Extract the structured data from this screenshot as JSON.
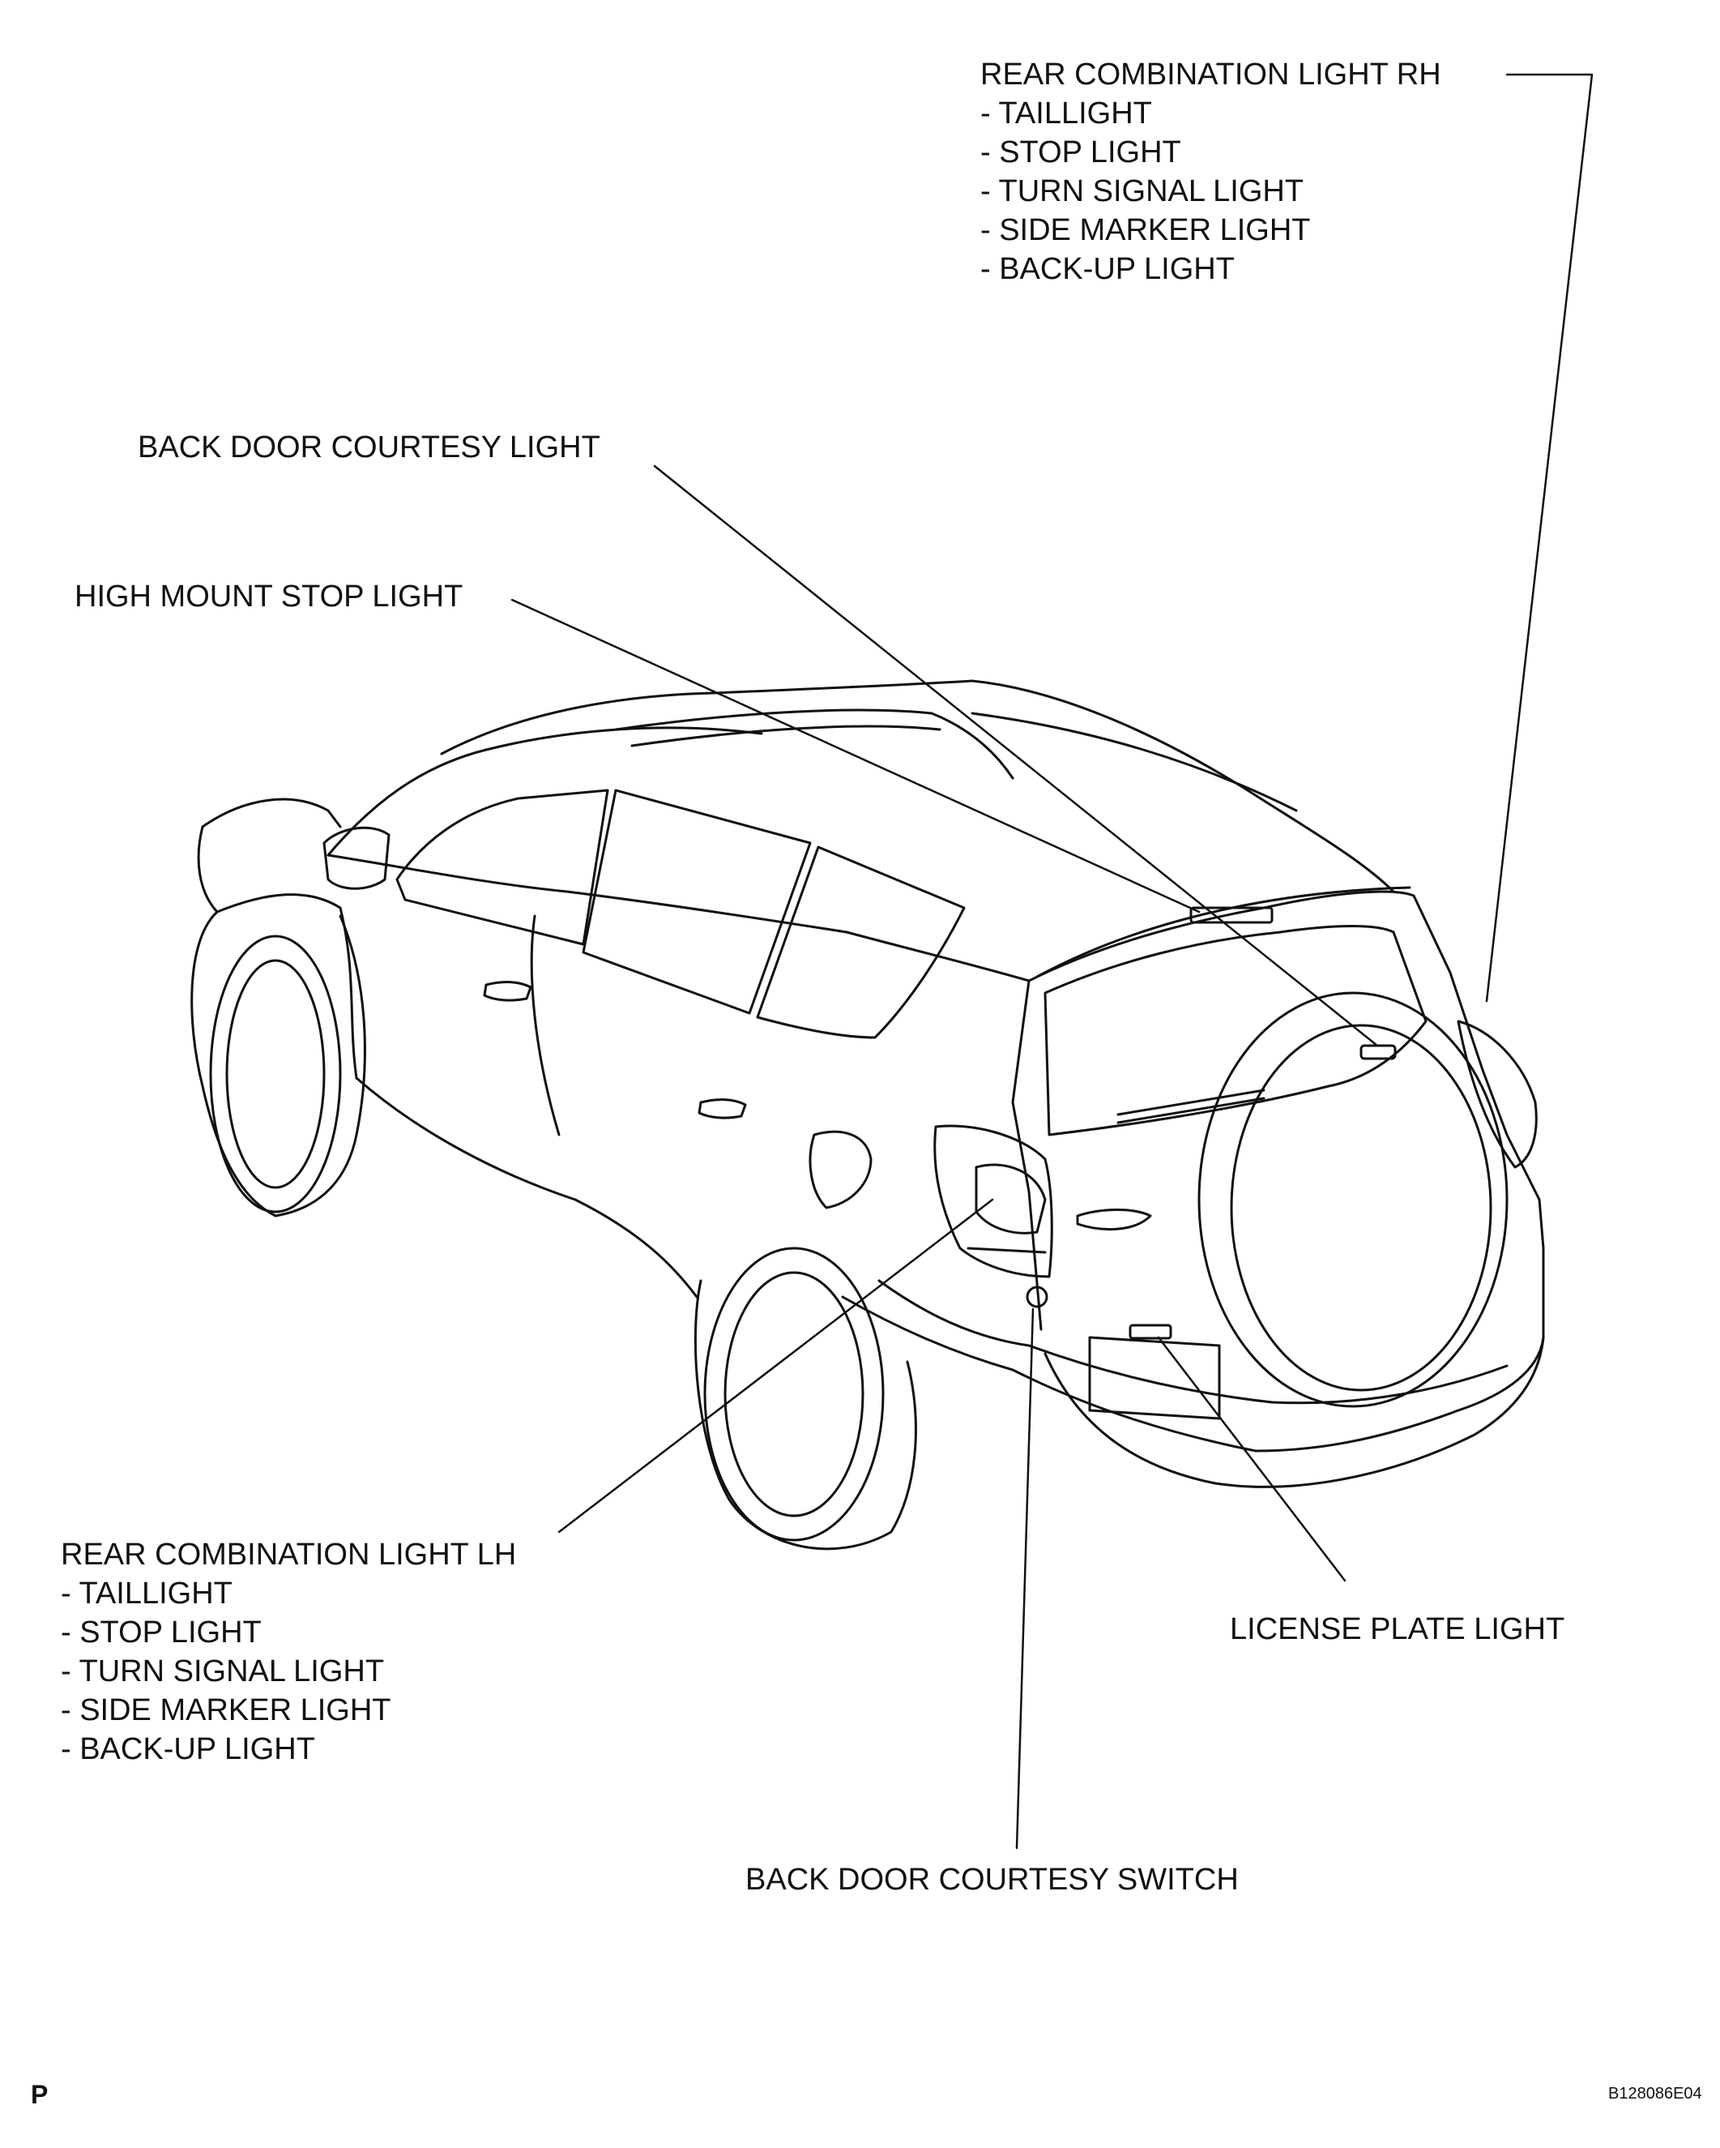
{
  "labels": {
    "rear_rh": {
      "title": "REAR COMBINATION LIGHT RH",
      "items": [
        "- TAILLIGHT",
        "- STOP LIGHT",
        "- TURN SIGNAL LIGHT",
        "- SIDE MARKER LIGHT",
        "- BACK-UP LIGHT"
      ]
    },
    "back_door_courtesy_light": "BACK DOOR COURTESY LIGHT",
    "high_mount_stop_light": "HIGH MOUNT STOP LIGHT",
    "rear_lh": {
      "title": "REAR COMBINATION LIGHT LH",
      "items": [
        "- TAILLIGHT",
        "- STOP LIGHT",
        "- TURN SIGNAL LIGHT",
        "- SIDE MARKER LIGHT",
        "- BACK-UP LIGHT"
      ]
    },
    "license_plate_light": "LICENSE PLATE LIGHT",
    "back_door_courtesy_switch": "BACK DOOR COURTESY SWITCH"
  },
  "corner_mark": "P",
  "figure_id": "B128086E04",
  "colors": {
    "line": "#111111",
    "background": "#ffffff"
  }
}
